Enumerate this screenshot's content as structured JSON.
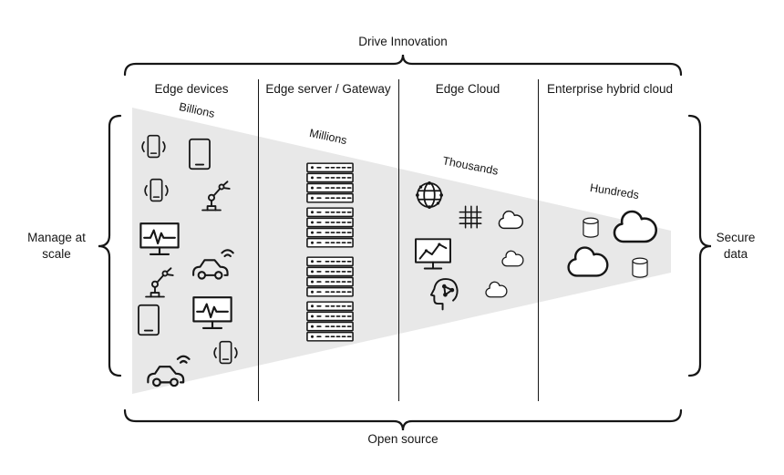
{
  "diagram": {
    "title_top": "Drive Innovation",
    "title_bottom": "Open source",
    "label_left": "Manage at scale",
    "label_right": "Secure data",
    "colors": {
      "funnel": "#e8e8e8",
      "stroke": "#161616",
      "background": "#ffffff"
    },
    "columns": [
      {
        "header": "Edge devices",
        "scale_label": "Billions",
        "icons": [
          "smartphone-icon",
          "tablet-icon",
          "smartphone-icon",
          "robot-arm-icon",
          "monitor-waveform-icon",
          "connected-car-icon",
          "robot-arm-icon",
          "monitor-waveform-icon",
          "tablet-icon",
          "connected-car-icon",
          "smartphone-icon"
        ]
      },
      {
        "header": "Edge server / Gateway",
        "scale_label": "Millions",
        "icons": [
          "server-rack-icon",
          "server-rack-icon",
          "server-rack-icon",
          "server-rack-icon"
        ]
      },
      {
        "header": "Edge Cloud",
        "scale_label": "Thousands",
        "icons": [
          "globe-network-icon",
          "grid-icon",
          "cloud-icon",
          "monitor-chart-icon",
          "cloud-icon",
          "ai-head-icon",
          "cloud-icon"
        ]
      },
      {
        "header": "Enterprise hybrid cloud",
        "scale_label": "Hundreds",
        "icons": [
          "database-icon",
          "cloud-icon",
          "cloud-icon",
          "database-icon"
        ]
      }
    ]
  }
}
